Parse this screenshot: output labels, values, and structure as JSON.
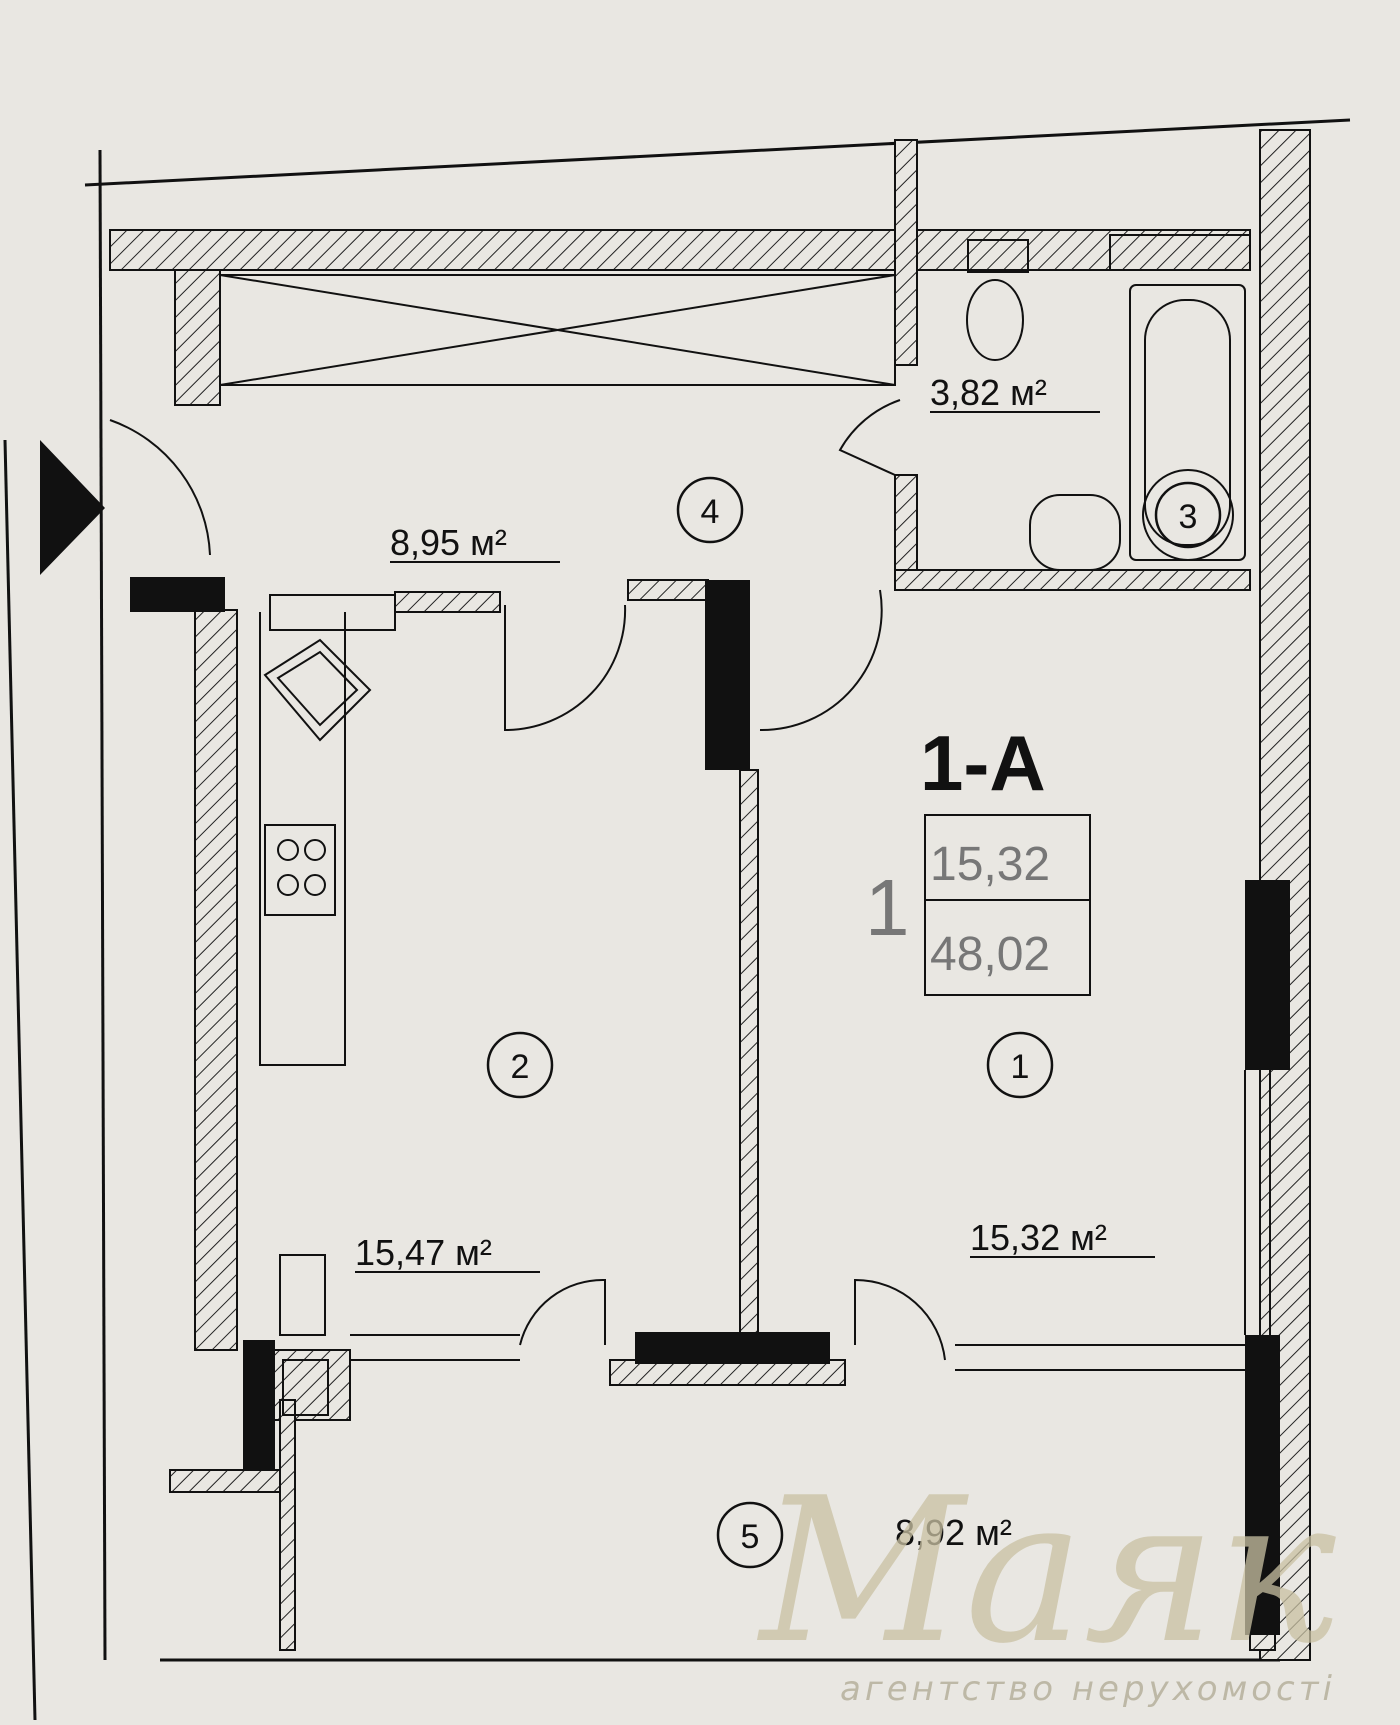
{
  "plan": {
    "unit_code": "1-A",
    "rooms_count": "1",
    "living_area": "15,32",
    "total_area": "48,02",
    "rooms": [
      {
        "number": "1",
        "area": "15,32 м²"
      },
      {
        "number": "2",
        "area": "15,47 м²"
      },
      {
        "number": "3",
        "area": "3,82 м²"
      },
      {
        "number": "4",
        "area": "8,95 м²"
      },
      {
        "number": "5",
        "area": "8,92 м²"
      }
    ]
  },
  "watermark": {
    "logo": "Маяк",
    "tagline": "агентство нерухомості"
  }
}
